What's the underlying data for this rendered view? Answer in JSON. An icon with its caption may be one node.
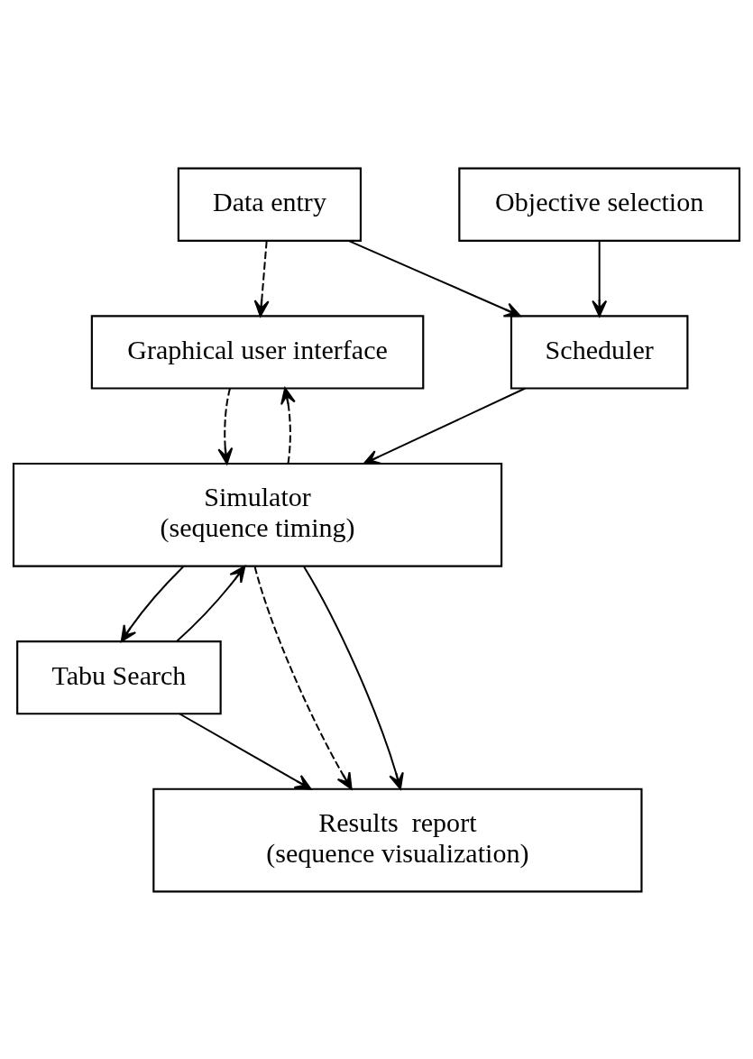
{
  "diagram": {
    "nodes": [
      {
        "text": [
          "Data entry"
        ]
      },
      {
        "text": [
          "Objective selection"
        ]
      },
      {
        "text": [
          "Graphical user interface"
        ]
      },
      {
        "text": [
          "Scheduler"
        ]
      },
      {
        "text": [
          "Simulator",
          "(sequence timing)"
        ]
      },
      {
        "text": [
          "Tabu Search"
        ]
      },
      {
        "text": [
          "Results  report",
          "(sequence visualization)"
        ]
      }
    ],
    "edges": [
      {
        "from": 0,
        "to": 2,
        "arrow": "to",
        "style": "dashed"
      },
      {
        "from": 0,
        "to": 3,
        "arrow": "to"
      },
      {
        "from": 1,
        "to": 3,
        "arrow": "to"
      },
      {
        "from": 4,
        "to": 2,
        "arrow": "to",
        "style": "dashed"
      },
      {
        "from": 2,
        "to": 4,
        "arrow": "to",
        "style": "dashed"
      },
      {
        "from": 3,
        "to": 4,
        "arrow": "to"
      },
      {
        "from": 5,
        "to": 4,
        "arrow": "to"
      },
      {
        "from": 4,
        "to": 5,
        "arrow": "to"
      },
      {
        "from": 4,
        "to": 6,
        "arrow": "to",
        "style": "dashed"
      },
      {
        "from": 5,
        "to": 6,
        "arrow": "to"
      },
      {
        "from": 4,
        "to": 6,
        "arrow": "to"
      }
    ]
  }
}
